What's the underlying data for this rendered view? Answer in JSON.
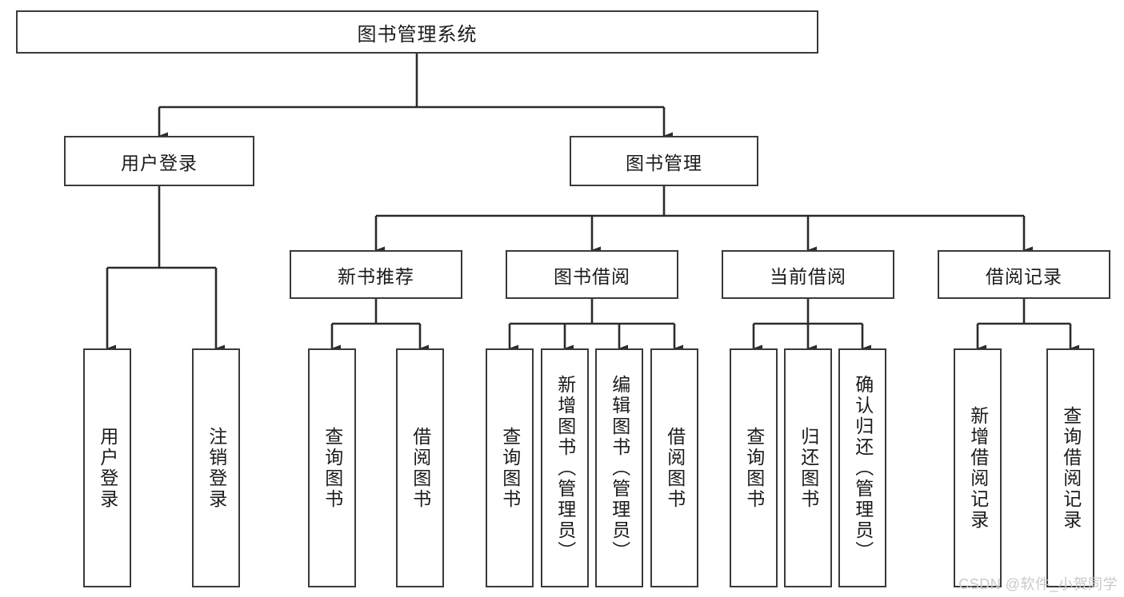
{
  "diagram": {
    "type": "tree-hierarchy-chart",
    "title": "图书管理系统",
    "orientation": "top-down",
    "colors": {
      "box_border": "#3a3a3a",
      "box_fill": "#ffffff",
      "connector": "#2b2b2b",
      "text": "#1b1b1b",
      "watermark": "#c9c9c9",
      "background": "#ffffff"
    }
  },
  "root": {
    "label": "图书管理系统"
  },
  "level2": [
    {
      "label": "用户登录"
    },
    {
      "label": "图书管理"
    }
  ],
  "level3": [
    {
      "label": "新书推荐"
    },
    {
      "label": "图书借阅"
    },
    {
      "label": "当前借阅"
    },
    {
      "label": "借阅记录"
    }
  ],
  "leaves": {
    "user_login": [
      {
        "label": "用户登录"
      },
      {
        "label": "注销登录"
      }
    ],
    "new_book_recommend": [
      {
        "label": "查询图书"
      },
      {
        "label": "借阅图书"
      }
    ],
    "book_borrow": [
      {
        "label": "查询图书"
      },
      {
        "label": "新增图书（管理员）"
      },
      {
        "label": "编辑图书（管理员）"
      },
      {
        "label": "借阅图书"
      }
    ],
    "current_borrow": [
      {
        "label": "查询图书"
      },
      {
        "label": "归还图书"
      },
      {
        "label": "确认归还（管理员）"
      }
    ],
    "borrow_record": [
      {
        "label": "新增借阅记录"
      },
      {
        "label": "查询借阅记录"
      }
    ]
  },
  "watermark": {
    "text": "CSDN @软件_小贺同学"
  }
}
